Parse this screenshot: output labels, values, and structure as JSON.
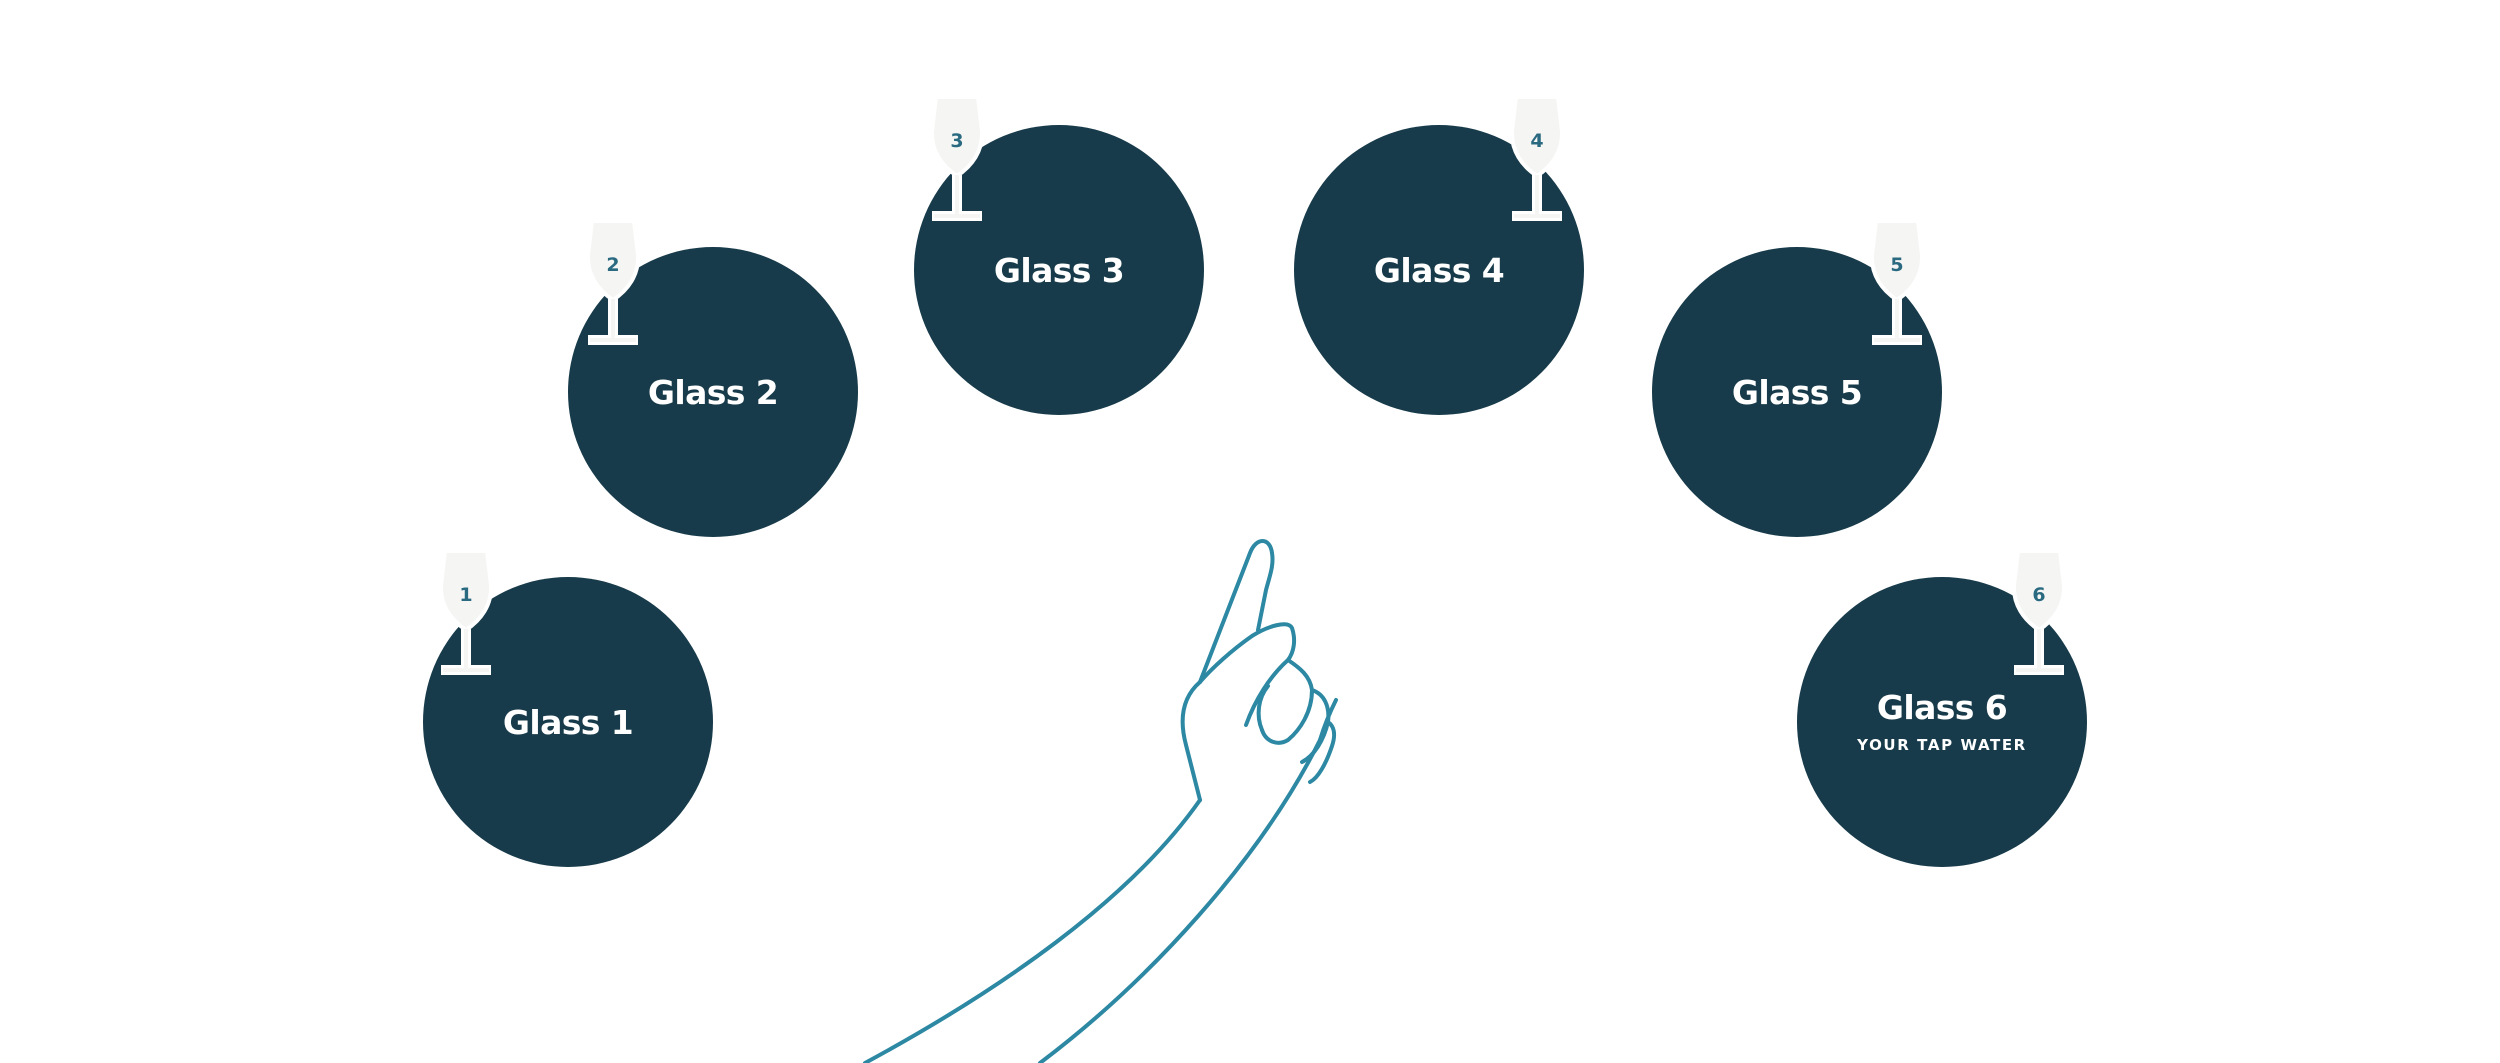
{
  "colors": {
    "circle_fill": "#173b4a",
    "circle_text": "#ffffff",
    "glass_fill": "#f5f5f4",
    "glass_stroke": "#ffffff",
    "glass_number": "#2a6a80",
    "hand_stroke": "#2c88a3",
    "background": "#ffffff"
  },
  "glasses": [
    {
      "number": "1",
      "label": "Glass 1",
      "sublabel": ""
    },
    {
      "number": "2",
      "label": "Glass 2",
      "sublabel": ""
    },
    {
      "number": "3",
      "label": "Glass 3",
      "sublabel": ""
    },
    {
      "number": "4",
      "label": "Glass 4",
      "sublabel": ""
    },
    {
      "number": "5",
      "label": "Glass 5",
      "sublabel": ""
    },
    {
      "number": "6",
      "label": "Glass 6",
      "sublabel": "YOUR TAP WATER"
    }
  ],
  "icons": {
    "glass": "wine-glass-icon",
    "hand": "pointing-hand-icon"
  }
}
